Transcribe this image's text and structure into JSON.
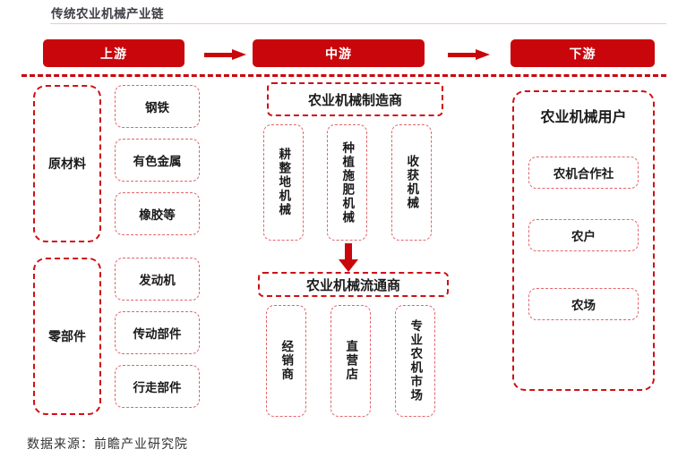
{
  "title": "传统农业机械产业链",
  "source_note": "数据来源：前瞻产业研究院",
  "colors": {
    "brand_red": "#c9060c",
    "box_red": "#cf1016",
    "box_red_light": "#e2656b",
    "title_text": "#3f3f46",
    "banner_text": "#ffffff"
  },
  "banners": [
    {
      "label": "上游"
    },
    {
      "label": "中游"
    },
    {
      "label": "下游"
    }
  ],
  "arrows": {
    "h1": "arrow-right-icon",
    "h2": "arrow-right-icon",
    "v1": "arrow-down-icon"
  },
  "upstream": {
    "groups": [
      {
        "label": "原材料",
        "items": [
          {
            "label": "钢铁"
          },
          {
            "label": "有色金属"
          },
          {
            "label": "橡胶等"
          }
        ]
      },
      {
        "label": "零部件",
        "items": [
          {
            "label": "发动机"
          },
          {
            "label": "传动部件"
          },
          {
            "label": "行走部件"
          }
        ]
      }
    ]
  },
  "midstream": {
    "groups": [
      {
        "label": "农业机械制造商",
        "items": [
          {
            "label": "耕整地机械"
          },
          {
            "label": "种植施肥机械"
          },
          {
            "label": "收获机械"
          }
        ]
      },
      {
        "label": "农业机械流通商",
        "items": [
          {
            "label": "经销商"
          },
          {
            "label": "直营店"
          },
          {
            "label": "专业农机市场"
          }
        ]
      }
    ]
  },
  "downstream": {
    "group": {
      "label": "农业机械用户",
      "items": [
        {
          "label": "农机合作社"
        },
        {
          "label": "农户"
        },
        {
          "label": "农场"
        }
      ]
    }
  }
}
